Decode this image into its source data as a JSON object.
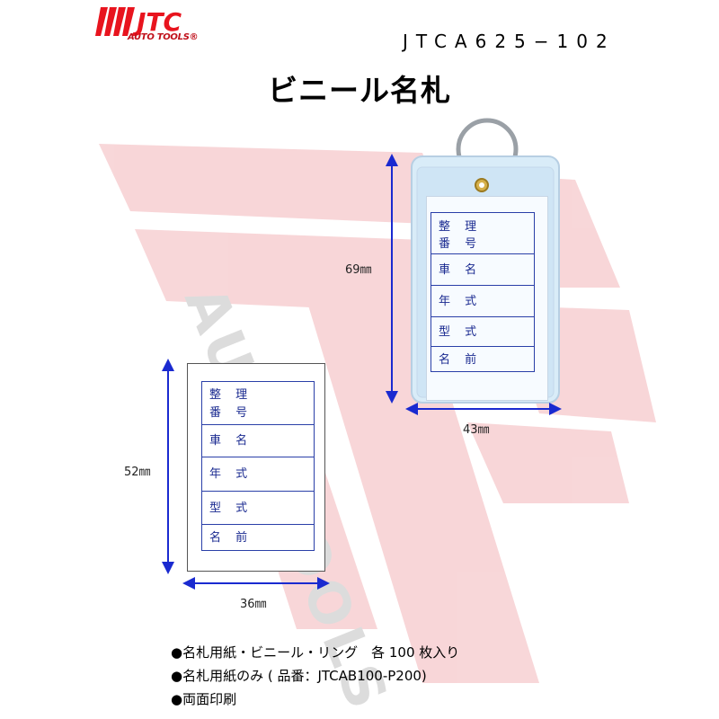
{
  "logo": {
    "brand": "JTC",
    "tagline": "AUTO TOOLS®"
  },
  "part_number": "JTCA625−102",
  "title": "ビニール名札",
  "watermark_text": "AUTO TOOLS",
  "card_fields": [
    "整 理\n番 号",
    "車 名",
    "年 式",
    "型 式",
    "名 前"
  ],
  "tag_fields": [
    "整 理\n番 号",
    "車 名",
    "年 式",
    "型 式",
    "名 前"
  ],
  "dimensions": {
    "tag_height": "69㎜",
    "tag_width": "43㎜",
    "card_height": "52㎜",
    "card_width": "36㎜"
  },
  "bullets": [
    "●名札用紙・ビニール・リング　各 100 枚入り",
    "●名札用紙のみ ( 品番：JTCAB100-P200)",
    "●両面印刷"
  ],
  "colors": {
    "brand_red": "#e8141e",
    "field_blue": "#2a3fa8",
    "arrow_blue": "#1a2ad0"
  }
}
